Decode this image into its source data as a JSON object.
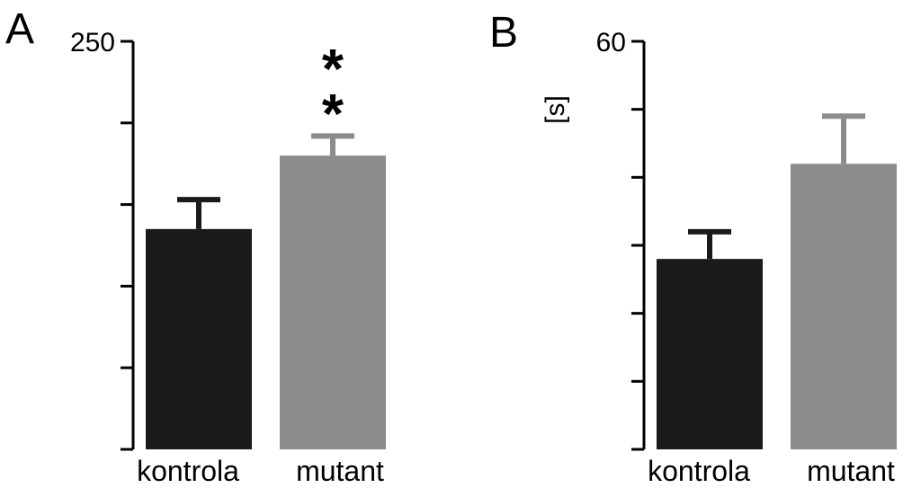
{
  "chart_data": [
    {
      "panel_label": "A",
      "type": "bar",
      "categories": [
        "kontrola",
        "mutant"
      ],
      "values": [
        135,
        180
      ],
      "errors": [
        18,
        12
      ],
      "ylim": [
        0,
        250
      ],
      "yticks": [
        0,
        50,
        100,
        150,
        200,
        250
      ],
      "ytick_labels": [
        "",
        "",
        "",
        "",
        "",
        "250"
      ],
      "significance": "**",
      "colors": [
        "#1a1a1a",
        "#8c8c8c"
      ],
      "ylabel": ""
    },
    {
      "panel_label": "B",
      "type": "bar",
      "categories": [
        "kontrola",
        "mutant"
      ],
      "values": [
        28,
        42
      ],
      "errors": [
        4,
        7
      ],
      "ylim": [
        0,
        60
      ],
      "yticks": [
        0,
        10,
        20,
        30,
        40,
        50,
        60
      ],
      "ytick_labels": [
        "",
        "",
        "",
        "",
        "",
        "",
        "60"
      ],
      "significance": "",
      "colors": [
        "#1a1a1a",
        "#8c8c8c"
      ],
      "ylabel": "[s]"
    }
  ]
}
